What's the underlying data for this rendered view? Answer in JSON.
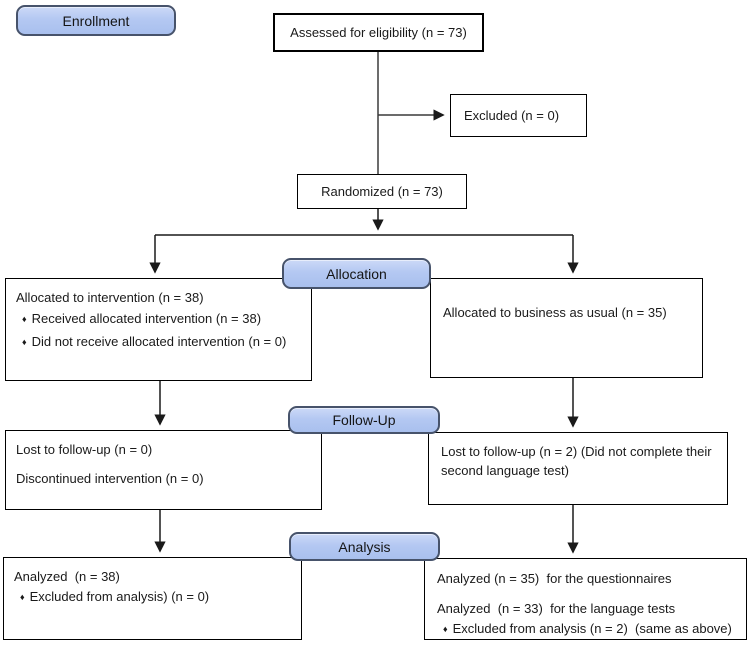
{
  "colors": {
    "stage_fill_top": "#ccd9f7",
    "stage_fill_bottom": "#a9c0ee",
    "stage_border": "#47536b",
    "box_border": "#000000",
    "arrow": "#3a3a3a",
    "background": "#ffffff"
  },
  "bullet_glyph": "♦",
  "stages": {
    "enrollment": "Enrollment",
    "allocation": "Allocation",
    "followup": "Follow-Up",
    "analysis": "Analysis"
  },
  "boxes": {
    "assessed": "Assessed for eligibility (n = 73)",
    "excluded": "Excluded (n = 0)",
    "randomized": "Randomized (n = 73)",
    "allocation_left": {
      "line1": "Allocated to intervention (n = 38)",
      "bullet1": "Received allocated intervention (n = 38)",
      "bullet2": "Did not receive allocated intervention (n = 0)"
    },
    "allocation_right": {
      "line1": "Allocated to business as usual (n = 35)"
    },
    "followup_left": {
      "line1": "Lost to follow-up (n = 0)",
      "line2": "Discontinued intervention (n = 0)"
    },
    "followup_right": {
      "line1": "Lost to follow-up (n = 2) (Did not complete their second language test)"
    },
    "analysis_left": {
      "line1": "Analyzed  (n = 38)",
      "bullet1": "Excluded from analysis) (n = 0)"
    },
    "analysis_right": {
      "line1": "Analyzed (n = 35)  for the questionnaires",
      "line2": "Analyzed  (n = 33)  for the language tests",
      "bullet1": "Excluded from analysis (n = 2)  (same as above)"
    }
  }
}
